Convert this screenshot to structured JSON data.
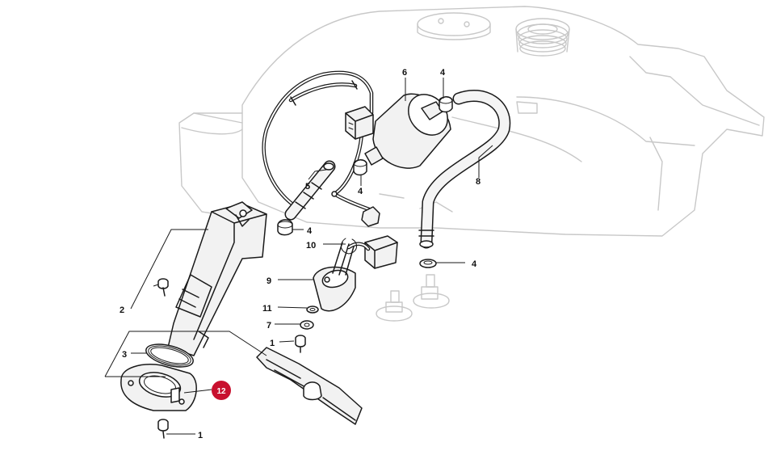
{
  "diagram": {
    "callouts": [
      {
        "id": "c6",
        "label": "6"
      },
      {
        "id": "c4a",
        "label": "4"
      },
      {
        "id": "c5",
        "label": "5"
      },
      {
        "id": "c4b",
        "label": "4"
      },
      {
        "id": "c8",
        "label": "8"
      },
      {
        "id": "c4c",
        "label": "4"
      },
      {
        "id": "c4d",
        "label": "4"
      },
      {
        "id": "c10",
        "label": "10"
      },
      {
        "id": "c9",
        "label": "9"
      },
      {
        "id": "c11",
        "label": "11"
      },
      {
        "id": "c7",
        "label": "7"
      },
      {
        "id": "c1a",
        "label": "1"
      },
      {
        "id": "c2",
        "label": "2"
      },
      {
        "id": "c3",
        "label": "3"
      },
      {
        "id": "c1b",
        "label": "1"
      }
    ],
    "badge": {
      "label": "12",
      "color": "#c8102e"
    },
    "colors": {
      "ghost": "#c8c8c8",
      "ink": "#1a1a1a"
    }
  }
}
